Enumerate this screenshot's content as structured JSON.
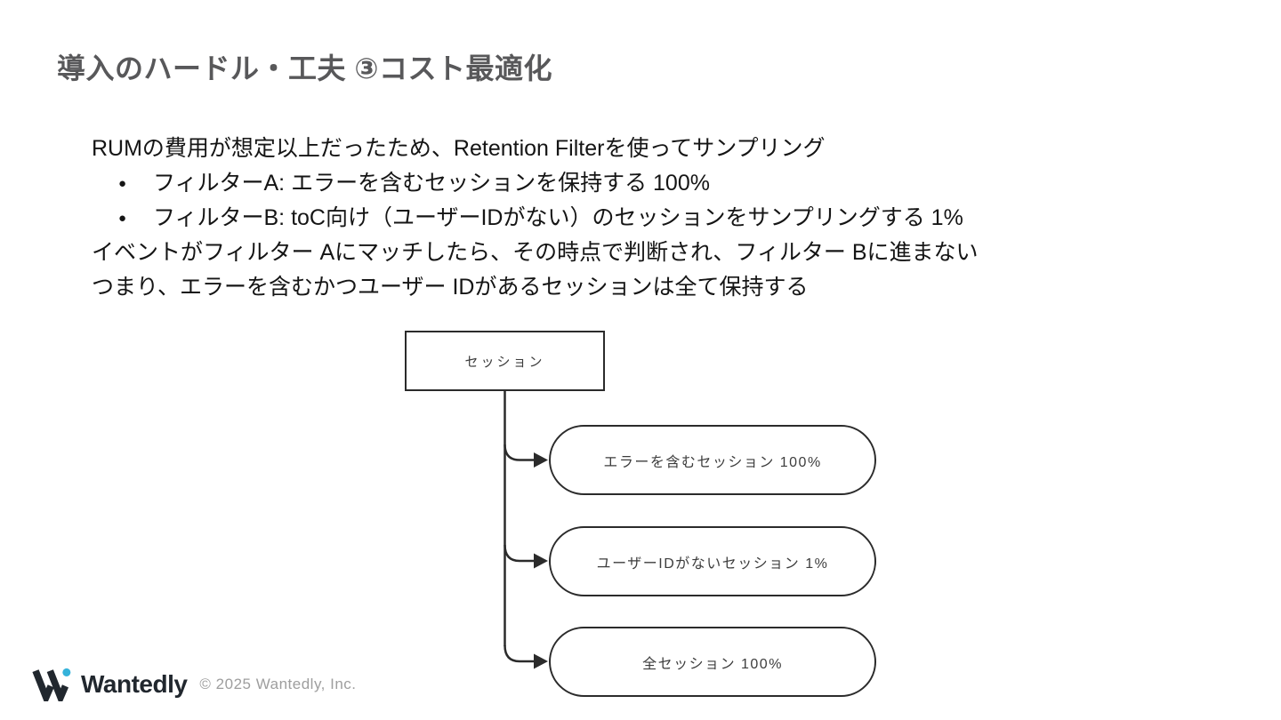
{
  "title": "導入のハードル・工夫 ③コスト最適化",
  "body": {
    "intro": "RUMの費用が想定以上だったため、Retention Filterを使ってサンプリング",
    "bullet_glyph": "●",
    "bullets": [
      "フィルターA: エラーを含むセッションを保持する 100%",
      "フィルターB: toC向け（ユーザーIDがない）のセッションをサンプリングする 1%"
    ],
    "note1": "イベントがフィルター Aにマッチしたら、その時点で判断され、フィルター Bに進まない",
    "note2": "つまり、エラーを含むかつユーザー IDがあるセッションは全て保持する"
  },
  "diagram": {
    "root_label": "セッション",
    "branches": [
      "エラーを含むセッション 100%",
      "ユーザーIDがないセッション 1%",
      "全セッション 100%"
    ]
  },
  "footer": {
    "brand": "Wantedly",
    "copyright": "© 2025 Wantedly, Inc."
  },
  "colors": {
    "title_text": "#58585a",
    "body_text": "#151515",
    "diagram_stroke": "#2b2b2b",
    "diagram_text": "#3d3d3d",
    "brand_dark": "#21272e",
    "brand_dot": "#35b2da",
    "copyright_text": "#9e9e9e",
    "background": "#ffffff"
  }
}
